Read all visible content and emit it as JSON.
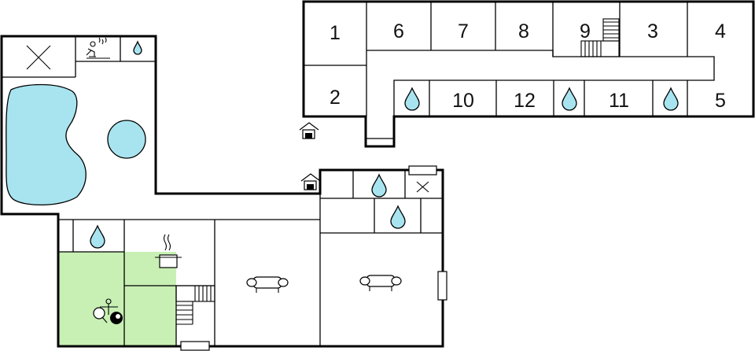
{
  "rooms": {
    "r1": "1",
    "r2": "2",
    "r3": "3",
    "r4": "4",
    "r5": "5",
    "r6": "6",
    "r7": "7",
    "r8": "8",
    "r9": "9",
    "r10": "10",
    "r11": "11",
    "r12": "12"
  },
  "colors": {
    "water": "#a8e4f0",
    "game_room": "#c8f0b4",
    "wall": "#000000"
  },
  "icons": {
    "entrance": "entrance-icon",
    "shower": "shower-icon",
    "sauna": "sauna-icon",
    "sofa": "sofa-icon",
    "kitchen": "cooking-pot-icon",
    "table_tennis": "table-tennis-icon",
    "billiard": "billiard-icon",
    "foosball": "foosball-icon",
    "stairs": "stairs-icon"
  }
}
